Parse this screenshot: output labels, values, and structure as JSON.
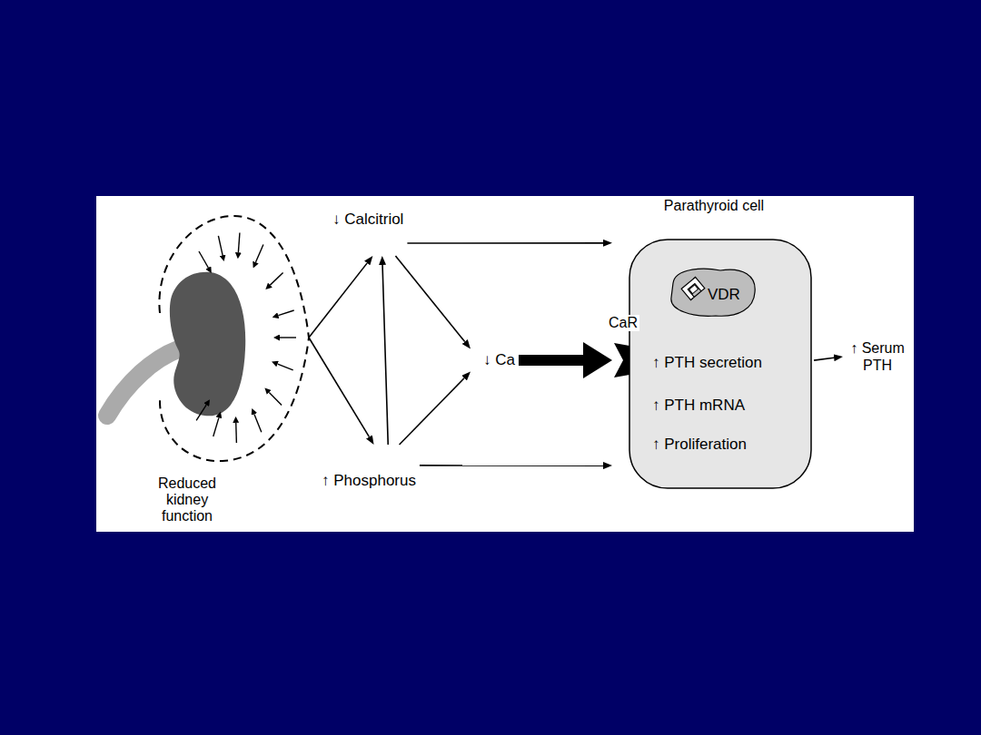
{
  "diagram": {
    "nodes": [
      {
        "text": [
          "Reduced kidney function"
        ]
      },
      {
        "text": [
          "↓ Calcitriol"
        ]
      },
      {
        "text": [
          "↑ Phosphorus"
        ]
      },
      {
        "text": [
          "↓ Ca"
        ]
      },
      {
        "text": [
          "Parathyroid cell",
          "↑ PTH secretion",
          "↑ PTH mRNA",
          "↑ Proliferation"
        ]
      },
      {
        "text": [
          "VDR"
        ],
        "in": 4
      },
      {
        "text": [
          "↑ Serum PTH"
        ]
      }
    ],
    "edges": [
      {
        "from": 0,
        "to": 1,
        "arrow": "to"
      },
      {
        "from": 0,
        "to": 2,
        "arrow": "to"
      },
      {
        "from": 2,
        "to": 1,
        "arrow": "to"
      },
      {
        "from": 1,
        "to": 3,
        "arrow": "to"
      },
      {
        "from": 2,
        "to": 3,
        "arrow": "to"
      },
      {
        "from": 1,
        "to": 4,
        "arrow": "to"
      },
      {
        "from": 2,
        "to": 4,
        "arrow": "to"
      },
      {
        "from": 3,
        "to": 4,
        "arrow": "to"
      },
      {
        "from": 4,
        "to": 6,
        "arrow": "to"
      }
    ],
    "labels": [
      "CaR"
    ]
  }
}
